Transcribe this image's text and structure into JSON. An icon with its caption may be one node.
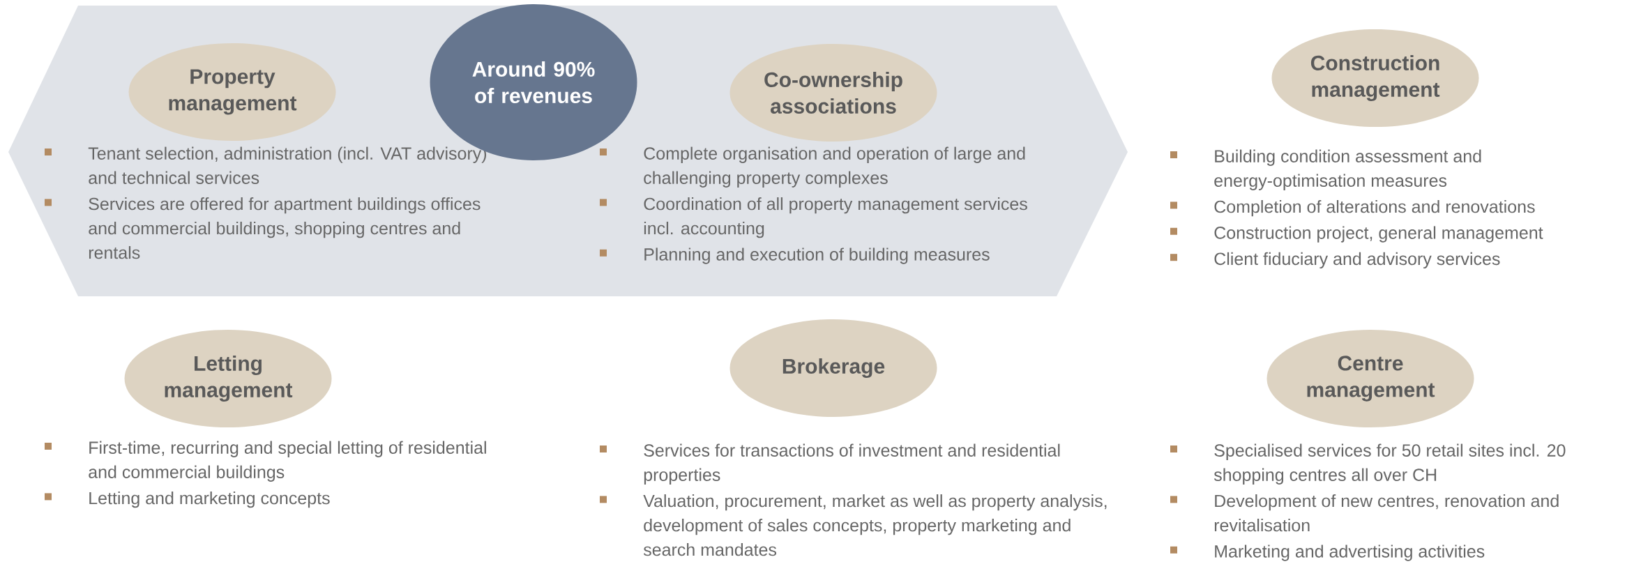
{
  "diagram": {
    "nodes": [
      {
        "text": [],
        "shape": "band"
      },
      {
        "text": [
          "Property management"
        ],
        "in": 0,
        "beside": [
          "Tenant selection, administration (incl. VAT advisory) and technical services",
          "Services are offered for apartment buildings offices and commercial buildings, shopping centres and rentals"
        ]
      },
      {
        "text": [
          "Around 90% of revenues"
        ],
        "in": 0
      },
      {
        "text": [
          "Co-ownership associations"
        ],
        "in": 0,
        "beside": [
          "Complete organisation and operation of large and challenging property complexes",
          "Coordination of all property management services incl. accounting",
          "Planning and execution of building measures"
        ]
      },
      {
        "text": [
          "Construction management"
        ],
        "beside": [
          "Building condition assessment and energy-optimisation measures",
          "Completion of alterations and renovations",
          "Construction project, general management",
          "Client fiduciary and advisory services"
        ]
      },
      {
        "text": [
          "Letting management"
        ],
        "beside": [
          "First-time, recurring and special letting of residential and commercial buildings",
          "Letting and marketing concepts"
        ]
      },
      {
        "text": [
          "Brokerage"
        ],
        "beside": [
          "Services for transactions of investment and residential properties",
          "Valuation, procurement, market as well as property analysis, development of sales concepts, property marketing and search mandates"
        ]
      },
      {
        "text": [
          "Centre management"
        ],
        "beside": [
          "Specialised services for 50 retail sites incl. 20 shopping centres all over CH",
          "Development of new centres, renovation and revitalisation",
          "Marketing and advertising activities"
        ]
      }
    ]
  }
}
